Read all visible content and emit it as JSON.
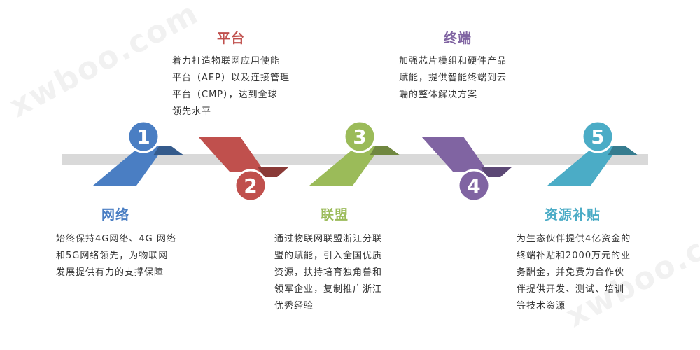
{
  "watermark": "xwboo.com",
  "colors": {
    "bar": "#d9d9d9",
    "network": "#4a7ec3",
    "platform": "#c0504d",
    "alliance": "#9bbb59",
    "terminal": "#8064a2",
    "subsidy": "#4bacc6"
  },
  "steps": [
    {
      "number": "1",
      "title": "网络",
      "color": "#4a7ec3",
      "desc": "始终保持4G网络、4G 网络\n和5G网络领先，为物联网\n发展提供有力的支撑保障"
    },
    {
      "number": "2",
      "title": "平台",
      "color": "#c0504d",
      "desc": "着力打造物联网应用使能\n平台（AEP）以及连接管理\n平台（CMP），达到全球\n领先水平"
    },
    {
      "number": "3",
      "title": "联盟",
      "color": "#9bbb59",
      "desc": "通过物联网联盟浙江分联\n盟的赋能，引入全国优质\n资源，扶持培育独角兽和\n领军企业，复制推广浙江\n优秀经验"
    },
    {
      "number": "4",
      "title": "终端",
      "color": "#8064a2",
      "desc": "加强芯片模组和硬件产品\n赋能，提供智能终端到云\n端的整体解决方案"
    },
    {
      "number": "5",
      "title": "资源补贴",
      "color": "#4bacc6",
      "desc": "为生态伙伴提供4亿资金的\n终端补贴和2000万元的业\n务酬金，并免费为合作伙\n伴提供开发、测试、培训\n等技术资源"
    }
  ]
}
